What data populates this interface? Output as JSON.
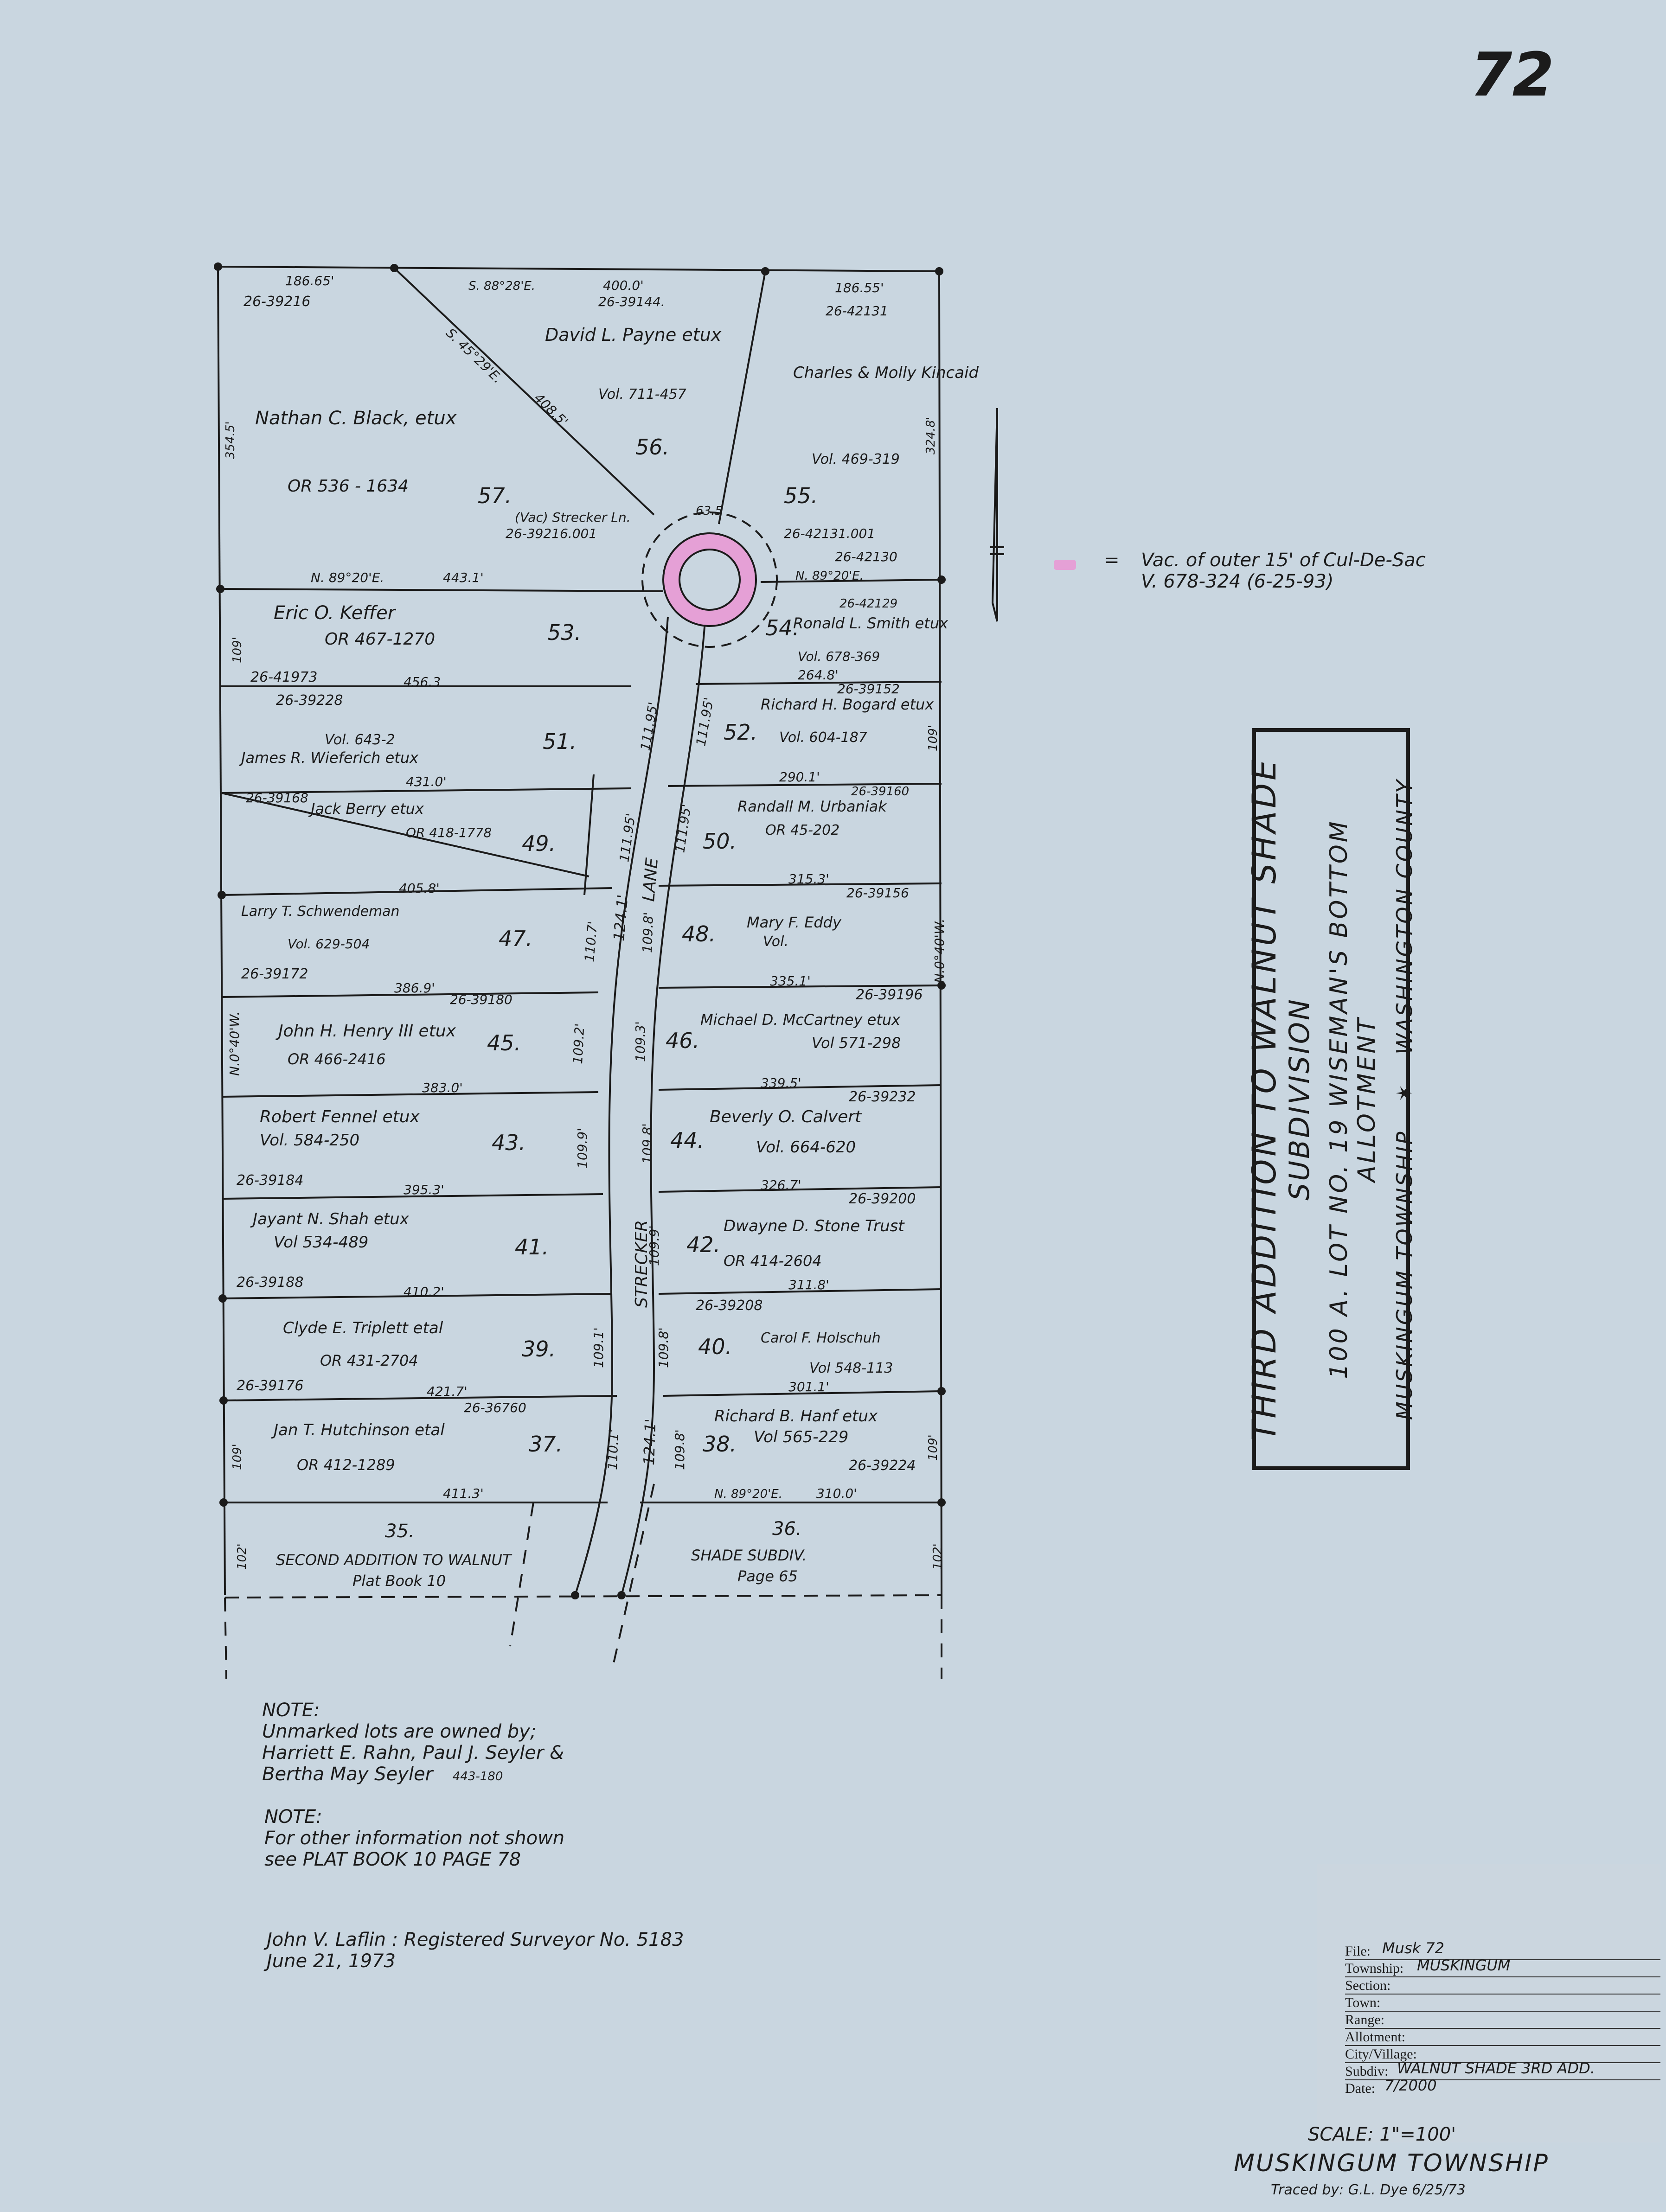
{
  "page_number": "72",
  "title": {
    "line1": "THIRD ADDITION TO WALNUT SHADE",
    "line2": "SUBDIVISION",
    "line3": "100 A. LOT NO. 19 WISEMAN'S BOTTOM ALLOTMENT",
    "line4_a": "MUSKINGUM TOWNSHIP",
    "line4_sep": "✶",
    "line4_b": "WASHINGTON COUNTY"
  },
  "legend": {
    "eq": "=",
    "text_1": "Vac. of outer 15' of Cul-De-Sac",
    "text_2": "V. 678-324   (6-25-93)",
    "swatch_color": "#e5a0d6"
  },
  "lots": [
    {
      "num": "56.",
      "owner": "David L. Payne etux",
      "parcel": "26-39144.",
      "ref": "Vol. 711-457"
    },
    {
      "num": "57.",
      "owner": "Nathan C. Black, etux",
      "ref": "OR 536 - 1634"
    },
    {
      "num": "55.",
      "owner": "Charles & Molly Kincaid",
      "ref": "Vol. 469-319",
      "parcel": "26-42131"
    },
    {
      "num": "53.",
      "owner": "Eric O. Keffer",
      "ref": "OR 467-1270"
    },
    {
      "num": "54.",
      "owner": "Ronald L. Smith etux",
      "ref": "Vol. 678-369"
    },
    {
      "num": "51.",
      "owner": "James R. Wieferich etux",
      "ref": "Vol. 643-2"
    },
    {
      "num": "52.",
      "owner": "Richard H. Bogard etux",
      "ref": "Vol. 604-187"
    },
    {
      "num": "49.",
      "owner": "Jack Berry etux",
      "ref": "OR 418-1778"
    },
    {
      "num": "50.",
      "owner": "Randall M. Urbaniak",
      "ref": "OR 45-202"
    },
    {
      "num": "47.",
      "owner": "Larry T. Schwendeman",
      "ref": "Vol. 629-504"
    },
    {
      "num": "48.",
      "owner": "Mary F. Eddy",
      "ref": "Vol."
    },
    {
      "num": "45.",
      "owner": "John H. Henry III etux",
      "ref": "OR 466-2416"
    },
    {
      "num": "46.",
      "owner": "Michael D. McCartney etux",
      "ref": "Vol 571-298"
    },
    {
      "num": "43.",
      "owner": "Robert Fennel etux",
      "ref": "Vol. 584-250"
    },
    {
      "num": "44.",
      "owner": "Beverly O. Calvert",
      "ref": "Vol. 664-620"
    },
    {
      "num": "41.",
      "owner": "Jayant N. Shah etux",
      "ref": "Vol 534-489"
    },
    {
      "num": "42.",
      "owner": "Dwayne D. Stone Trust",
      "ref": "OR 414-2604"
    },
    {
      "num": "39.",
      "owner": "Clyde E. Triplett etal",
      "ref": "OR 431-2704"
    },
    {
      "num": "40.",
      "owner": "Carol F. Holschuh",
      "ref": "Vol 548-113"
    },
    {
      "num": "37.",
      "owner": "Jan T. Hutchinson etal",
      "ref": "OR 412-1289"
    },
    {
      "num": "38.",
      "owner": "Richard B. Hanf etux",
      "ref": "Vol 565-229"
    },
    {
      "num": "35.",
      "owner": "SECOND ADDITION TO WALNUT",
      "ref": "Plat Book 10"
    },
    {
      "num": "36.",
      "owner": "SHADE SUBDIV.",
      "ref": "Page 65"
    }
  ],
  "parcels": {
    "p1": "26-39216",
    "p2": "26-42131",
    "p3": "26-41973",
    "p4": "26-39228",
    "p5": "26-39152",
    "p6": "26-39168",
    "p7": "26-39160",
    "p8": "26-39156",
    "p9": "26-39172",
    "p10": "26-39180",
    "p11": "26-39196",
    "p12": "26-39232",
    "p13": "26-39184",
    "p14": "26-39200",
    "p15": "26-39188",
    "p16": "26-39208",
    "p17": "26-39176",
    "p18": "26-36760",
    "p19": "26-39224",
    "p20": "26-42130",
    "p21": "26-42129",
    "p22": "26-39216.001",
    "p23": "26-42131.001"
  },
  "dimensions": {
    "d1": "186.65'",
    "d2": "S. 88°28'E.",
    "d3": "400.0'",
    "d4": "186.55'",
    "d5": "N. 89°20'E.",
    "d6": "443.1'",
    "d7": "456.3",
    "d8": "431.0'",
    "d9": "405.8'",
    "d10": "386.9'",
    "d11": "383.0'",
    "d12": "395.3'",
    "d13": "410.2'",
    "d14": "421.7'",
    "d15": "411.3'",
    "d16": "290.1'",
    "d17": "315.3'",
    "d18": "335.1'",
    "d19": "339.5'",
    "d20": "326.7'",
    "d21": "311.8'",
    "d22": "301.1'",
    "d23": "310.0'",
    "d24": "264.8'",
    "d25": "354.5'",
    "d26": "324.8'",
    "d27": "109'",
    "d28": "102'",
    "d29": "N.0°40'W.",
    "d30": "111.95'",
    "d31": "110.7'",
    "d32": "109.2'",
    "d33": "109.9'",
    "d34": "109.1'",
    "d35": "110.1'",
    "d36": "N. 89°20'E.",
    "d37": "102'",
    "d38": "109.8'",
    "d39": "109.3'",
    "d40": "109.8'",
    "d41": "109.9'",
    "d42": "109.8'",
    "d43": "S. 45°29'E.",
    "d44": "408.5'",
    "d45": "63.5"
  },
  "road_labels": {
    "lane": "LANE",
    "strecker": "STRECKER",
    "dim_road": "124.1'",
    "strecker_ln": "(Vac) Strecker Ln."
  },
  "notes": {
    "note1_title": "NOTE:",
    "note1_l1": "Unmarked lots are owned by;",
    "note1_l2": "Harriett E. Rahn, Paul J. Seyler &",
    "note1_l3": "Bertha May Seyler",
    "note1_ref": "443-180",
    "note2_title": "NOTE:",
    "note2_l1": "For other information not shown",
    "note2_l2": "see PLAT BOOK 10 PAGE 78",
    "surveyor": "John V. Laflin : Registered Surveyor No. 5183",
    "survey_date": "June 21, 1973"
  },
  "file_block": {
    "file_label": "File:",
    "file_value": "Musk 72",
    "township_label": "Township:",
    "township_value": "MUSKINGUM",
    "section_label": "Section:",
    "town_label": "Town:",
    "range_label": "Range:",
    "allotment_label": "Allotment:",
    "city_label": "City/Village:",
    "subdiv_label": "Subdiv:",
    "subdiv_value": "WALNUT SHADE 3RD ADD.",
    "date_label": "Date:",
    "date_value": "7/2000"
  },
  "footer": {
    "scale": "SCALE: 1\"=100'",
    "township": "MUSKINGUM TOWNSHIP",
    "traced": "Traced by: G.L. Dye   6/25/73"
  }
}
